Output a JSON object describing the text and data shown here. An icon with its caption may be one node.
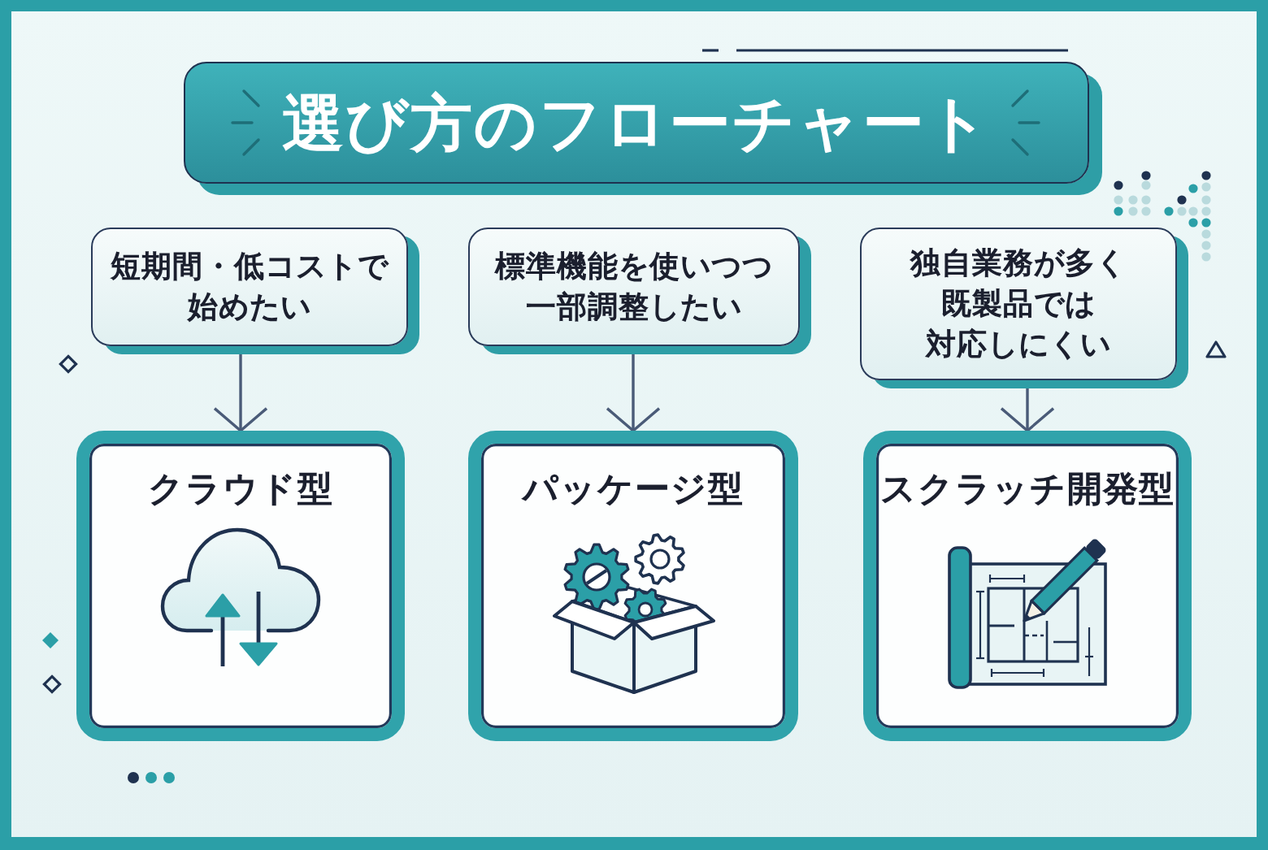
{
  "diagram": {
    "title": "選び方のフローチャート",
    "nodes": [
      {
        "text": [
          "短期間・低コストで始めたい"
        ]
      },
      {
        "text": [
          "標準機能を使いつつ一部調整したい"
        ]
      },
      {
        "text": [
          "独自業務が多く既製品では対応しにくい"
        ]
      },
      {
        "text": [
          "クラウド型"
        ]
      },
      {
        "text": [
          "パッケージ型"
        ]
      },
      {
        "text": [
          "スクラッチ開発型"
        ]
      }
    ],
    "edges": [
      {
        "from": 0,
        "to": 3,
        "arrow": "to"
      },
      {
        "from": 1,
        "to": 4,
        "arrow": "to"
      },
      {
        "from": 2,
        "to": 5,
        "arrow": "to"
      }
    ]
  }
}
